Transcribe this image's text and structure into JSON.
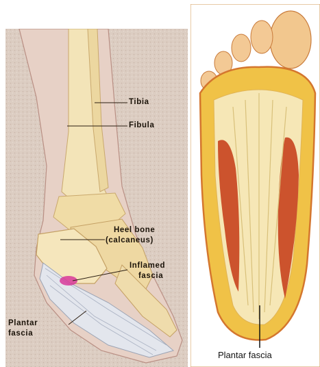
{
  "left_panel": {
    "labels": {
      "tibia": "Tibia",
      "fibula": "Fibula",
      "heel_bone_line1": "Heel bone",
      "heel_bone_line2": "(calcaneus)",
      "inflamed_line1": "Inflamed",
      "inflamed_line2": "fascia",
      "plantar_line1": "Plantar",
      "plantar_line2": "fascia"
    }
  },
  "right_panel": {
    "caption": "Plantar fascia"
  },
  "colors": {
    "bg_texture": "#d9c9bd",
    "skin": "#e6cfc2",
    "bone": "#f2e3b6",
    "bone_shadow": "#d9bf86",
    "fascia": "#dfe3ea",
    "inflamed": "#d8389a",
    "muscle": "#c8421e",
    "fat": "#f0c046",
    "foot_outline": "#d4762e",
    "toe": "#f2c890"
  }
}
